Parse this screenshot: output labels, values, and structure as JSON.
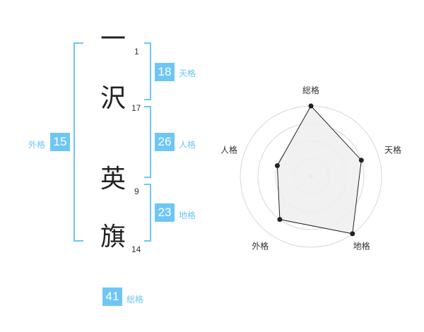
{
  "name": {
    "chars": [
      {
        "char": "一",
        "strokes": "1"
      },
      {
        "char": "沢",
        "strokes": "17"
      },
      {
        "char": "英",
        "strokes": "9"
      },
      {
        "char": "旗",
        "strokes": "14"
      }
    ]
  },
  "fortune": {
    "tenkaku": {
      "value": "18",
      "label": "天格"
    },
    "jinkaku": {
      "value": "26",
      "label": "人格"
    },
    "chikaku": {
      "value": "23",
      "label": "地格"
    },
    "gaikaku": {
      "value": "15",
      "label": "外格"
    },
    "soukaku": {
      "value": "41",
      "label": "総格"
    }
  },
  "colors": {
    "accent": "#6ec6f5",
    "ring": "#d8d8d8",
    "fill": "#eeeeee",
    "line": "#222222"
  },
  "chart_data": {
    "type": "radar",
    "axes": [
      "総格",
      "天格",
      "地格",
      "外格",
      "人格"
    ],
    "values": [
      4,
      3,
      4,
      3,
      2
    ],
    "max": 4,
    "rings": 4
  }
}
